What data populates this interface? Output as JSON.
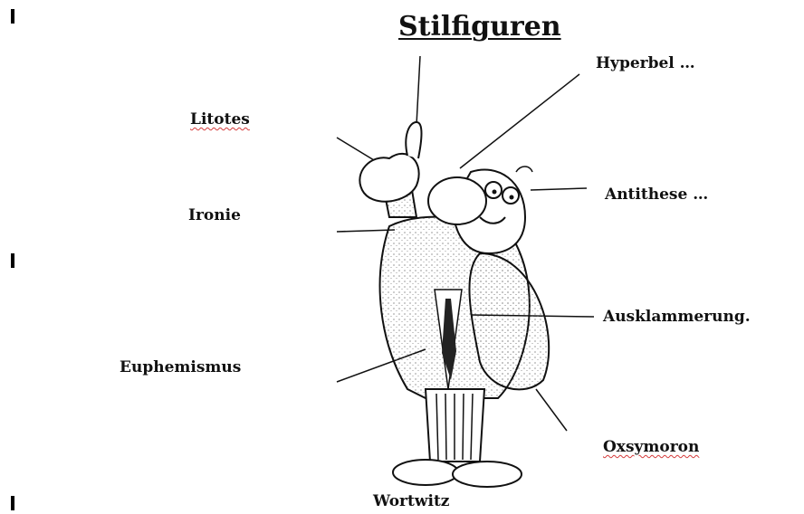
{
  "title": "Stilfiguren",
  "labels": {
    "hyperbel": "Hyperbel …",
    "litotes": "Litotes",
    "antithese": "Antithese  …",
    "ironie": "Ironie",
    "ausklammerung": "Ausklammerung.",
    "euphemismus": "Euphemismus",
    "oxsymoron": "Oxsymoron",
    "wortwitz": "Wortwitz"
  },
  "colors": {
    "ink": "#111111",
    "spellcheck_underline": "#d43a3a",
    "background": "#ffffff"
  }
}
